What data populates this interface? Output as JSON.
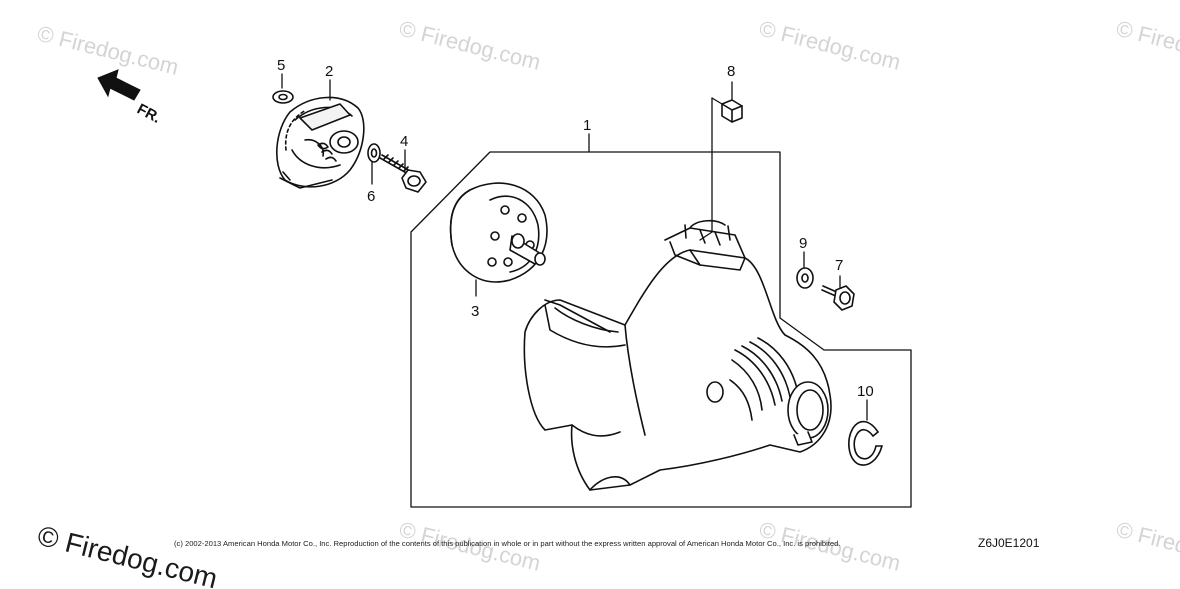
{
  "watermark": {
    "symbol": "©",
    "text": "Firedog.com"
  },
  "direction_marker": "FR.",
  "callouts": {
    "c1": "1",
    "c2": "2",
    "c3": "3",
    "c4": "4",
    "c5": "5",
    "c6": "6",
    "c7": "7",
    "c8": "8",
    "c9": "9",
    "c10": "10"
  },
  "footer": {
    "copyright": "(c) 2002-2013 American Honda Motor Co., Inc. Reproduction of the contents of this publication in whole or in part without the express written approval of American Honda Motor Co., Inc. is prohibited.",
    "drawing_id": "Z6J0E1201"
  },
  "colors": {
    "line": "#111111",
    "watermark": "#d4d4d4"
  }
}
